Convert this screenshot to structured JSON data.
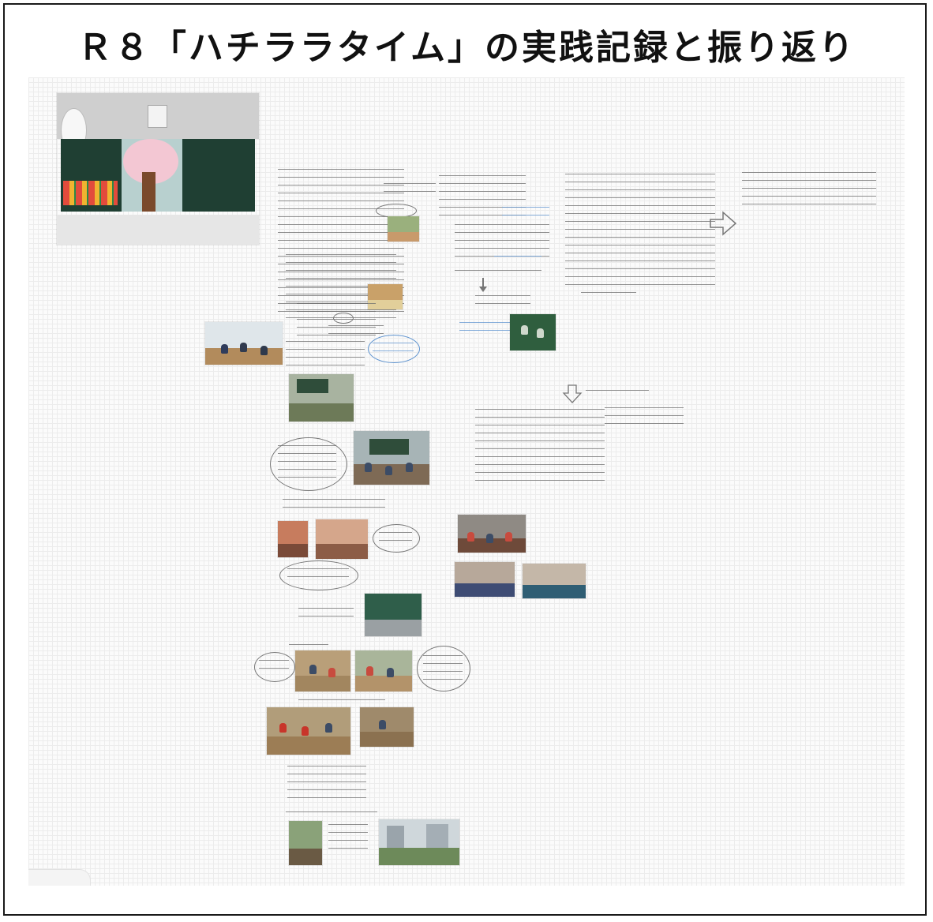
{
  "title": "Ｒ８「ハチララタイム」の実践記録と振り返り",
  "colors": {
    "border": "#1a1a1a",
    "handwriting": "#6d6d6d",
    "handwriting_blue": "#5e93cf"
  },
  "canvas": {
    "photos": [
      {
        "name": "classroom-board-photo"
      },
      {
        "name": "desk-work-photo-1"
      },
      {
        "name": "desk-work-photo-2"
      },
      {
        "name": "gym-activity-photo"
      },
      {
        "name": "classroom-group-photo"
      },
      {
        "name": "classroom-discussion-photo"
      },
      {
        "name": "worksheet-photo"
      },
      {
        "name": "crafts-photo-1"
      },
      {
        "name": "crafts-photo-2"
      },
      {
        "name": "classroom-seated-photo"
      },
      {
        "name": "tablet-photo-1"
      },
      {
        "name": "tablet-photo-2"
      },
      {
        "name": "blackboard-presentation-photo"
      },
      {
        "name": "sandbox-photo-1"
      },
      {
        "name": "sandbox-photo-2"
      },
      {
        "name": "field-play-photo-1"
      },
      {
        "name": "field-play-photo-2"
      },
      {
        "name": "plant-photo"
      },
      {
        "name": "outdoor-buildings-photo"
      }
    ]
  }
}
